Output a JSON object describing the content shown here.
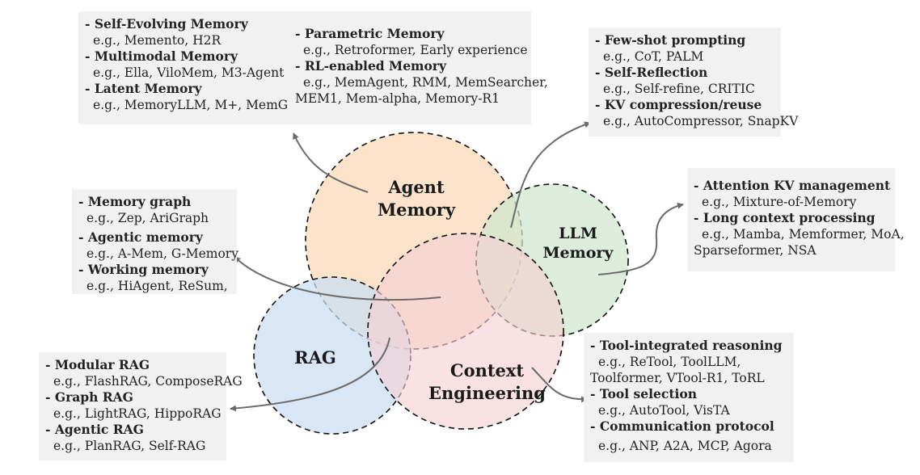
{
  "circles": {
    "agent_memory": {
      "line1": "Agent",
      "line2": "Memory",
      "color": "#f9d9b6"
    },
    "llm_memory": {
      "line1": "LLM",
      "line2": "Memory",
      "color": "#cfe6cf"
    },
    "rag": {
      "label": "RAG",
      "color": "#c9dcf2"
    },
    "context_engineering": {
      "line1": "Context",
      "line2": "Engineering",
      "color": "#f6cfd3"
    }
  },
  "boxes": {
    "self_evolving": {
      "items": [
        {
          "head": "- Self-Evolving Memory",
          "ex": "e.g., Memento, H2R"
        },
        {
          "head": "- Multimodal Memory",
          "ex": "e.g., Ella, ViloMem, M3-Agent"
        },
        {
          "head": "- Latent Memory",
          "ex": "e.g., MemoryLLM, M+, MemGen"
        }
      ]
    },
    "parametric": {
      "items": [
        {
          "head": "- Parametric Memory",
          "ex": "e.g., Retroformer, Early experience"
        },
        {
          "head": "- RL-enabled Memory",
          "ex": "e.g., MemAgent, RMM, MemSearcher,",
          "ex2": "MEM1, Mem-alpha, Memory-R1"
        }
      ]
    },
    "few_shot": {
      "items": [
        {
          "head": "- Few-shot prompting",
          "ex": "e.g., CoT, PALM"
        },
        {
          "head": "- Self-Reflection",
          "ex": "e.g., Self-refine, CRITIC"
        },
        {
          "head": "- KV compression/reuse",
          "ex": "e.g., AutoCompressor, SnapKV"
        }
      ]
    },
    "attention_kv": {
      "items": [
        {
          "head": "- Attention KV management",
          "ex": "e.g., Mixture-of-Memory"
        },
        {
          "head": "- Long context processing",
          "ex": "e.g., Mamba, Memformer, MoA,",
          "ex2": "Sparseformer, NSA"
        }
      ]
    },
    "memory_graph": {
      "items": [
        {
          "head": "- Memory graph",
          "ex": "e.g., Zep, AriGraph"
        },
        {
          "head": "- Agentic memory",
          "ex": "e.g., A-Mem, G-Memory"
        },
        {
          "head": "- Working memory",
          "ex": "e.g., HiAgent, ReSum,"
        }
      ]
    },
    "modular_rag": {
      "items": [
        {
          "head": "- Modular RAG",
          "ex": "e.g., FlashRAG, ComposeRAG"
        },
        {
          "head": "- Graph RAG",
          "ex": "e.g., LightRAG, HippoRAG"
        },
        {
          "head": "- Agentic RAG",
          "ex": "e.g., PlanRAG, Self-RAG"
        }
      ]
    },
    "tool_reasoning": {
      "items": [
        {
          "head": "- Tool-integrated reasoning",
          "ex": "e.g., ReTool, ToolLLM,",
          "ex2": "Toolformer, VTool-R1, ToRL"
        },
        {
          "head": "- Tool selection",
          "ex": "e.g., AutoTool, VisTA"
        },
        {
          "head": "- Communication protocol",
          "ex": "e.g., ANP, A2A, MCP, Agora"
        }
      ]
    }
  }
}
